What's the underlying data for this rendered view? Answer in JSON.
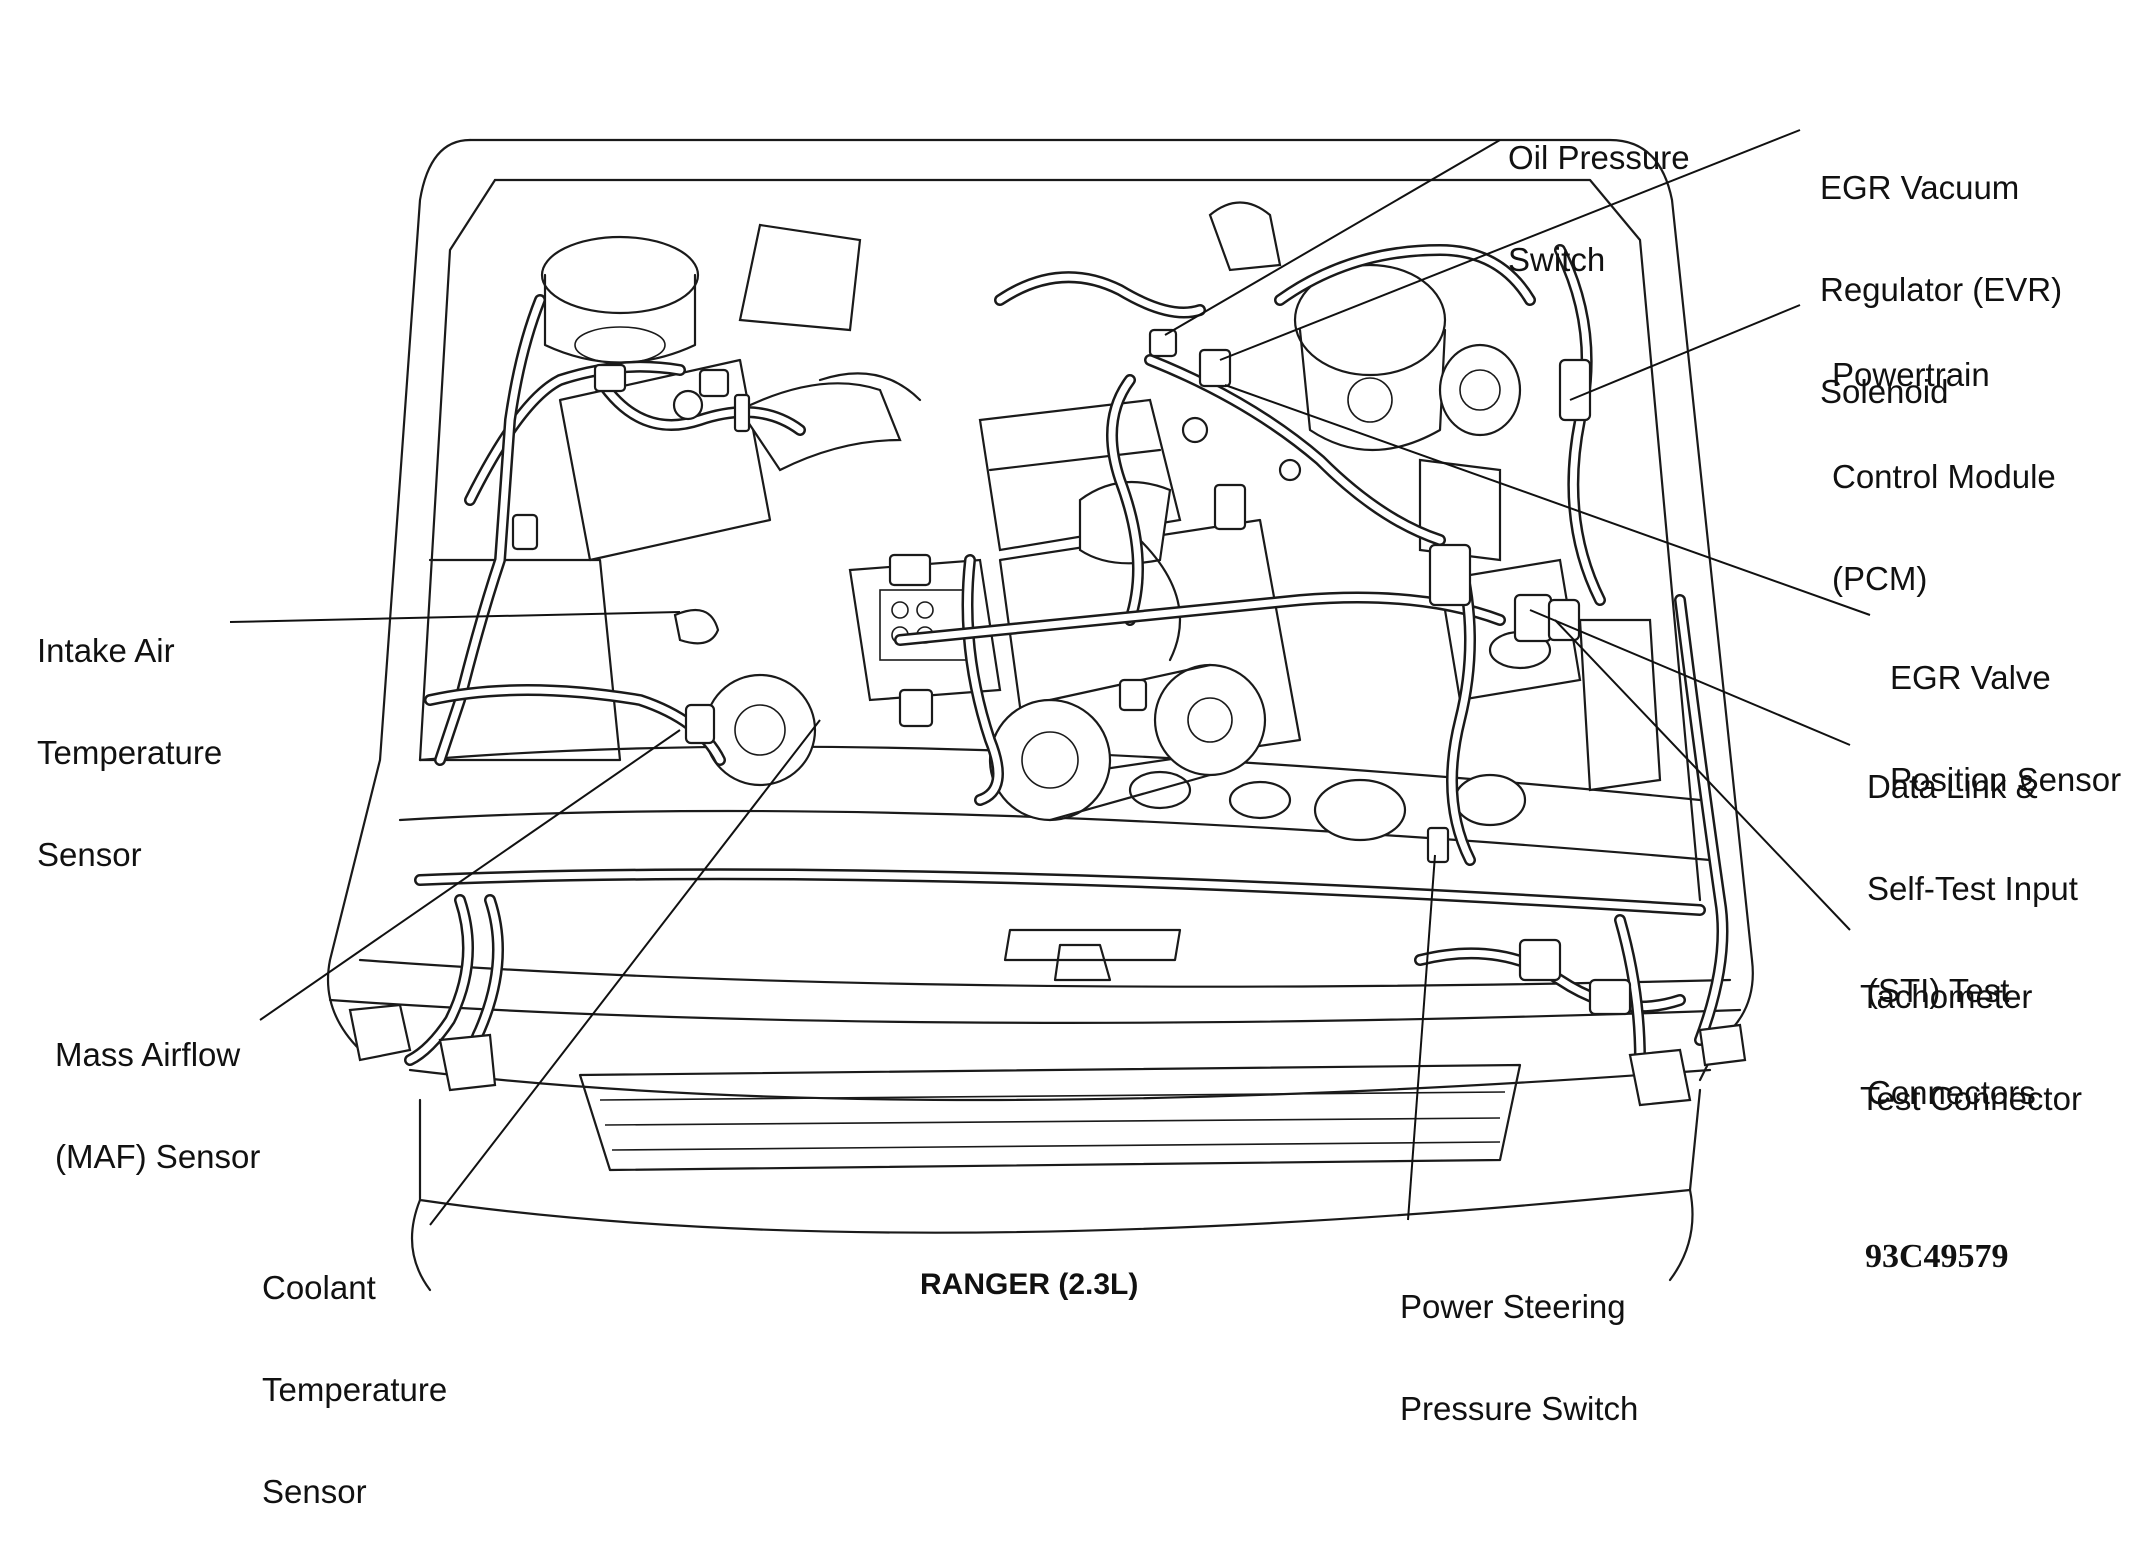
{
  "title": "RANGER (2.3L)",
  "figure_code": "93C49579",
  "labels": {
    "oil_pressure_switch": [
      "Oil Pressure",
      "Switch"
    ],
    "egr_evr_solenoid": [
      "EGR Vacuum",
      "Regulator (EVR)",
      "Solenoid"
    ],
    "pcm": [
      "Powertrain",
      "Control Module",
      "(PCM)"
    ],
    "egr_valve_position_sensor": [
      "EGR Valve",
      "Position Sensor"
    ],
    "data_link_sti": [
      "Data Link &",
      "Self-Test Input",
      "(STI) Test",
      "Connectors"
    ],
    "tachometer_test_connector": [
      "Tachometer",
      "Test Connector"
    ],
    "power_steering_pressure_switch": [
      "Power Steering",
      "Pressure Switch"
    ],
    "coolant_temperature_sensor": [
      "Coolant",
      "Temperature",
      "Sensor"
    ],
    "maf_sensor": [
      "Mass Airflow",
      "(MAF) Sensor"
    ],
    "intake_air_temperature_sensor": [
      "Intake Air",
      "Temperature",
      "Sensor"
    ]
  }
}
